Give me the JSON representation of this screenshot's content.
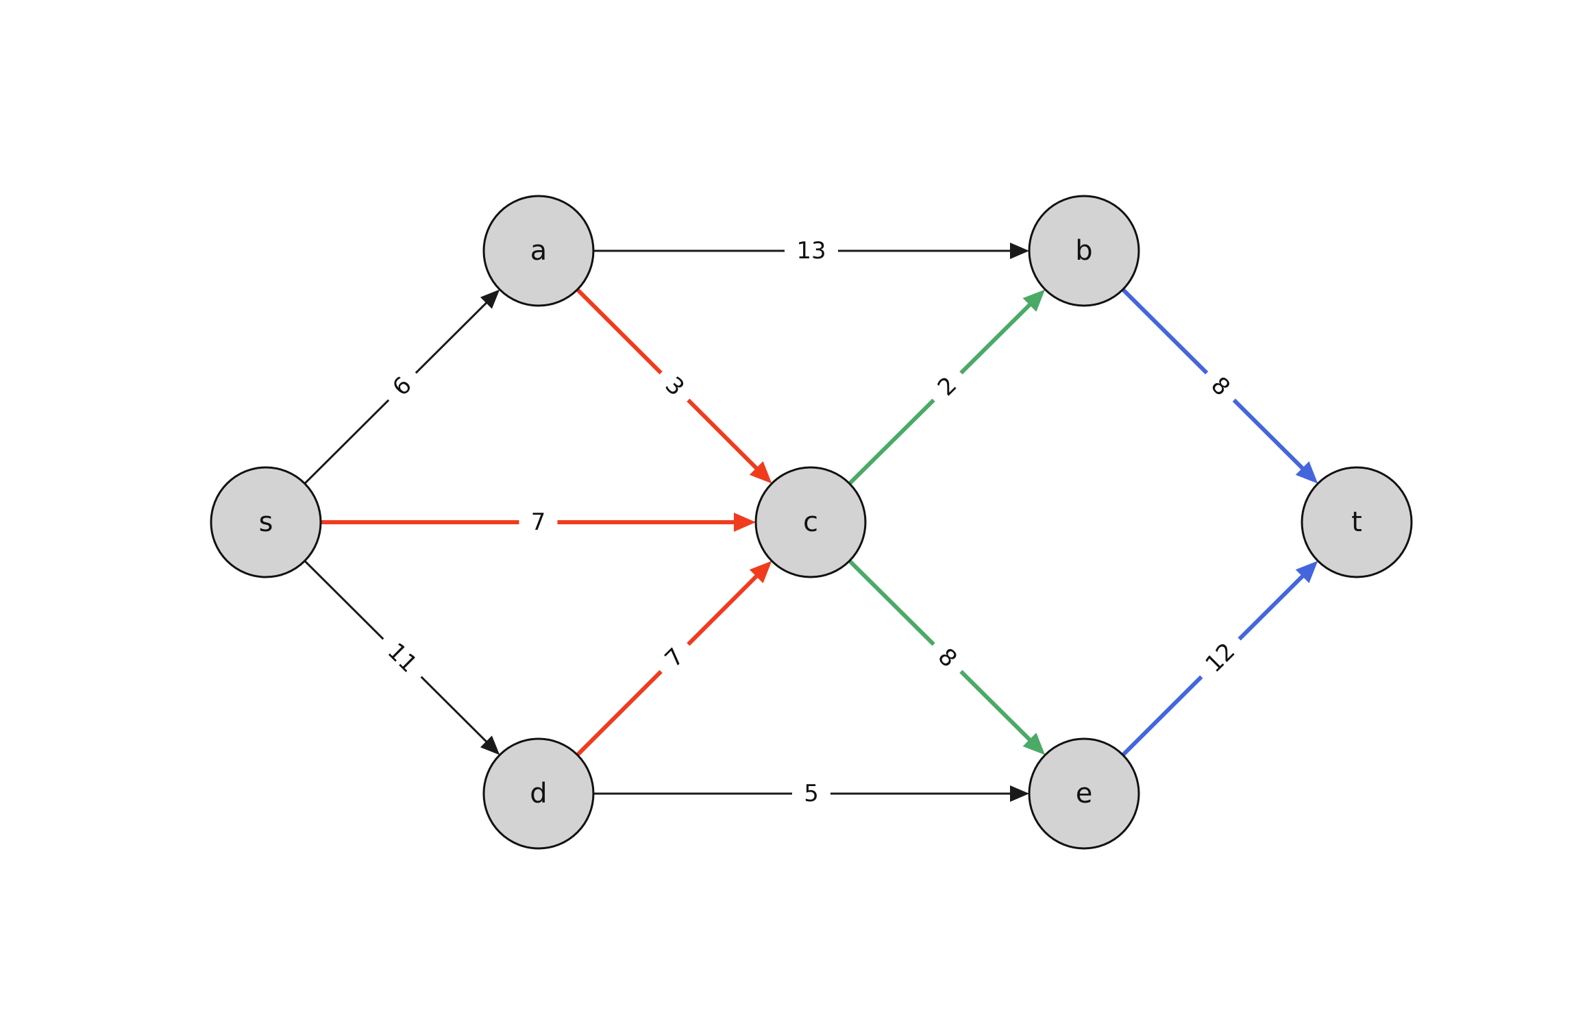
{
  "nodes": [
    {
      "id": "s",
      "label": "s"
    },
    {
      "id": "a",
      "label": "a"
    },
    {
      "id": "c",
      "label": "c"
    },
    {
      "id": "d",
      "label": "d"
    },
    {
      "id": "b",
      "label": "b"
    },
    {
      "id": "e",
      "label": "e"
    },
    {
      "id": "t",
      "label": "t"
    }
  ],
  "edges": [
    {
      "from": "s",
      "to": "a",
      "weight": "6",
      "color": "#1a1a1a"
    },
    {
      "from": "s",
      "to": "c",
      "weight": "7",
      "color": "#f03c1e"
    },
    {
      "from": "s",
      "to": "d",
      "weight": "11",
      "color": "#1a1a1a"
    },
    {
      "from": "a",
      "to": "b",
      "weight": "13",
      "color": "#1a1a1a"
    },
    {
      "from": "a",
      "to": "c",
      "weight": "3",
      "color": "#f03c1e"
    },
    {
      "from": "d",
      "to": "c",
      "weight": "7",
      "color": "#f03c1e"
    },
    {
      "from": "d",
      "to": "e",
      "weight": "5",
      "color": "#1a1a1a"
    },
    {
      "from": "c",
      "to": "b",
      "weight": "2",
      "color": "#4aaa66"
    },
    {
      "from": "c",
      "to": "e",
      "weight": "8",
      "color": "#4aaa66"
    },
    {
      "from": "b",
      "to": "t",
      "weight": "8",
      "color": "#4466dd"
    },
    {
      "from": "e",
      "to": "t",
      "weight": "12",
      "color": "#4466dd"
    }
  ]
}
